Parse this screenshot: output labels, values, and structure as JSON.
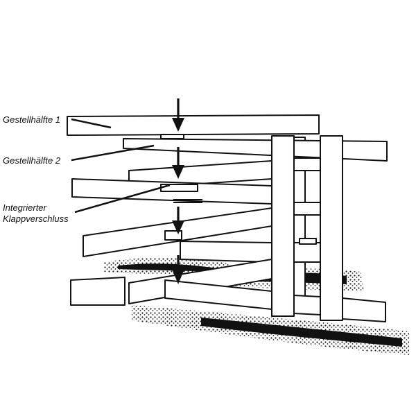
{
  "labels": {
    "half1": "Gestellhälfte 1",
    "half2": "Gestellhälfte 2",
    "closure_line1": "Integrierter",
    "closure_line2": "Klappverschluss"
  },
  "colors": {
    "line": "#111111",
    "paper": "#ffffff",
    "shadow": "#222222"
  },
  "icons": [
    "down-arrow-icon",
    "leader-line"
  ]
}
